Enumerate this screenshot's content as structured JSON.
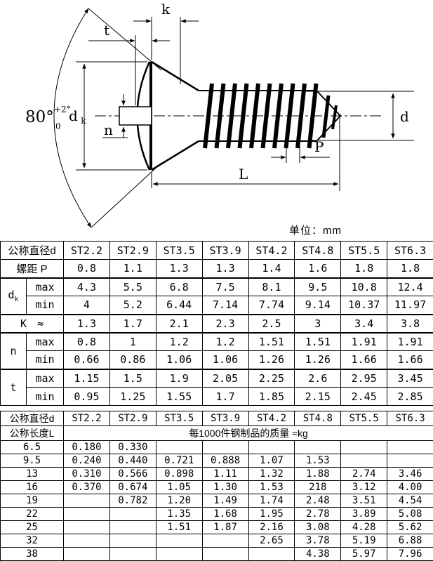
{
  "unit_label": "单位：mm",
  "drawing": {
    "labels": {
      "slot_depth": "t",
      "head_height": "k",
      "head_dia_main": "d",
      "head_dia_sub": "k",
      "slot_width": "n",
      "angle": "80°",
      "angle_tol_sup": "+2°",
      "angle_tol_sub": "0",
      "dia": "d",
      "pitch": "P",
      "length": "L"
    }
  },
  "tables": [
    {
      "name": "thread-dimensions-table",
      "cols": [
        37,
        53,
        65.875,
        65.875,
        65.875,
        65.875,
        65.875,
        65.875,
        65.875,
        65.875
      ],
      "rows": [
        {
          "cells": [
            {
              "t": "公称直径d",
              "cs": 2,
              "c": "cn"
            },
            "ST2.2",
            "ST2.9",
            "ST3.5",
            "ST3.9",
            "ST4.2",
            "ST4.8",
            "ST5.5",
            "ST6.3"
          ]
        },
        {
          "cells": [
            {
              "t": "螺距 P",
              "cs": 2,
              "c": "cn"
            },
            "0.8",
            "1.1",
            "1.3",
            "1.3",
            "1.4",
            "1.6",
            "1.8",
            "1.8"
          ]
        },
        {
          "c": "gt",
          "cells": [
            {
              "t": "d",
              "sub": "k",
              "rs": 2
            },
            "max",
            "4.3",
            "5.5",
            "6.8",
            "7.5",
            "8.1",
            "9.5",
            "10.8",
            "12.4"
          ]
        },
        {
          "cells": [
            "min",
            "4",
            "5.2",
            "6.44",
            "7.14",
            "7.74",
            "9.14",
            "10.37",
            "11.97"
          ]
        },
        {
          "c": "gt",
          "cells": [
            {
              "t": "K　≈",
              "cs": 2
            },
            "1.3",
            "1.7",
            "2.1",
            "2.3",
            "2.5",
            "3",
            "3.4",
            "3.8"
          ]
        },
        {
          "c": "gt",
          "cells": [
            {
              "t": "n",
              "rs": 2
            },
            "max",
            "0.8",
            "1",
            "1.2",
            "1.2",
            "1.51",
            "1.51",
            "1.91",
            "1.91"
          ]
        },
        {
          "cells": [
            "min",
            "0.66",
            "0.86",
            "1.06",
            "1.06",
            "1.26",
            "1.26",
            "1.66",
            "1.66"
          ]
        },
        {
          "c": "gt",
          "cells": [
            {
              "t": "t",
              "rs": 2
            },
            "max",
            "1.15",
            "1.5",
            "1.9",
            "2.05",
            "2.25",
            "2.6",
            "2.95",
            "3.45"
          ]
        },
        {
          "cells": [
            "min",
            "0.95",
            "1.25",
            "1.55",
            "1.7",
            "1.85",
            "2.15",
            "2.45",
            "2.85"
          ]
        }
      ]
    },
    {
      "name": "weight-table",
      "cols": [
        90,
        65.875,
        65.875,
        65.875,
        65.875,
        65.875,
        65.875,
        65.875,
        65.875
      ],
      "rows": [
        {
          "cells": [
            {
              "t": "公称直径d",
              "c": "cn"
            },
            "ST2.2",
            "ST2.9",
            "ST3.5",
            "ST3.9",
            "ST4.2",
            "ST4.8",
            "ST5.5",
            "ST6.3"
          ]
        },
        {
          "cells": [
            {
              "t": "公称长度L",
              "c": "cn"
            },
            {
              "t": "每1000件钢制品的质量 ≈kg",
              "cs": 8,
              "c": "cn"
            }
          ]
        },
        {
          "cells": [
            "6.5",
            "0.180",
            "0.330",
            "",
            "",
            "",
            "",
            "",
            ""
          ]
        },
        {
          "cells": [
            "9.5",
            "0.240",
            "0.440",
            "0.721",
            "0.888",
            "1.07",
            "1.53",
            "",
            ""
          ]
        },
        {
          "cells": [
            "13",
            "0.310",
            "0.566",
            "0.898",
            "1.11",
            "1.32",
            "1.88",
            "2.74",
            "3.46"
          ]
        },
        {
          "cells": [
            "16",
            "0.370",
            "0.674",
            "1.05",
            "1.30",
            "1.53",
            "218",
            "3.12",
            "4.00"
          ]
        },
        {
          "cells": [
            "19",
            "",
            "0.782",
            "1.20",
            "1.49",
            "1.74",
            "2.48",
            "3.51",
            "4.54"
          ]
        },
        {
          "cells": [
            "22",
            "",
            "",
            "1.35",
            "1.68",
            "1.95",
            "2.78",
            "3.89",
            "5.08"
          ]
        },
        {
          "cells": [
            "25",
            "",
            "",
            "1.51",
            "1.87",
            "2.16",
            "3.08",
            "4.28",
            "5.62"
          ]
        },
        {
          "cells": [
            "32",
            "",
            "",
            "",
            "",
            "2.65",
            "3.78",
            "5.19",
            "6.88"
          ]
        },
        {
          "cells": [
            "38",
            "",
            "",
            "",
            "",
            "",
            "4.38",
            "5.97",
            "7.96"
          ]
        }
      ]
    }
  ]
}
